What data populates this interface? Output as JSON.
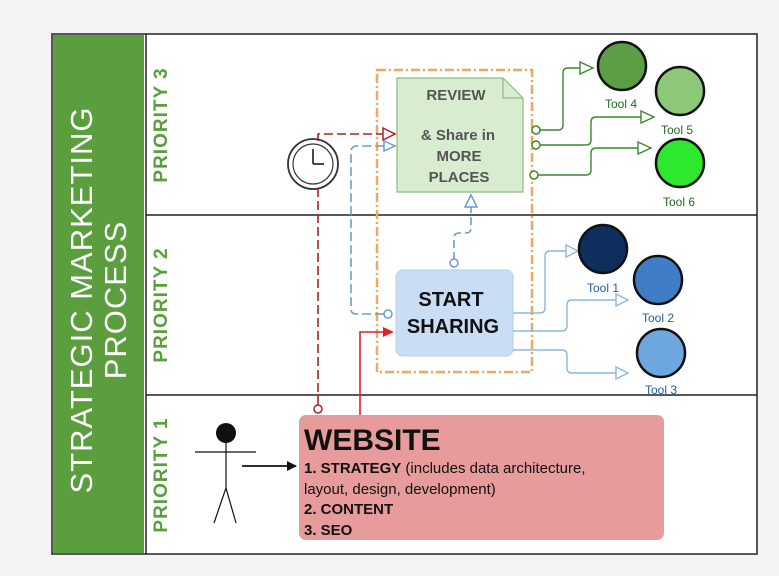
{
  "side_title": {
    "line1": "STRATEGIC MARKETING",
    "line2": "PROCESS"
  },
  "priorities": {
    "p3": "PRIORITY 3",
    "p2": "PRIORITY 2",
    "p1": "PRIORITY 1"
  },
  "review_box": {
    "line1": "REVIEW",
    "line2": "& Share in",
    "line3": "MORE",
    "line4": "PLACES"
  },
  "sharing_box": {
    "line1": "START",
    "line2": "SHARING"
  },
  "website_box": {
    "title": "WEBSITE",
    "item1_bold": "1. STRATEGY",
    "item1_rest": " (includes data architecture,",
    "item1_line2": "layout, design, development)",
    "item2": "2. CONTENT",
    "item3": "3. SEO"
  },
  "tools": {
    "t1": "Tool 1",
    "t2": "Tool 2",
    "t3": "Tool 3",
    "t4": "Tool 4",
    "t5": "Tool 5",
    "t6": "Tool 6"
  },
  "colors": {
    "green_band": "#5a9e3e",
    "review_fill": "#d8ecd0",
    "sharing_fill": "#c9def4",
    "website_fill": "#e79b9b",
    "dashed_orange": "#f0a860",
    "tool1": "#0e2f5e",
    "tool2": "#3f7ec7",
    "tool3": "#6ea6e0",
    "tool4": "#5c9e45",
    "tool5": "#8cc77a",
    "tool6": "#2ee82e"
  }
}
